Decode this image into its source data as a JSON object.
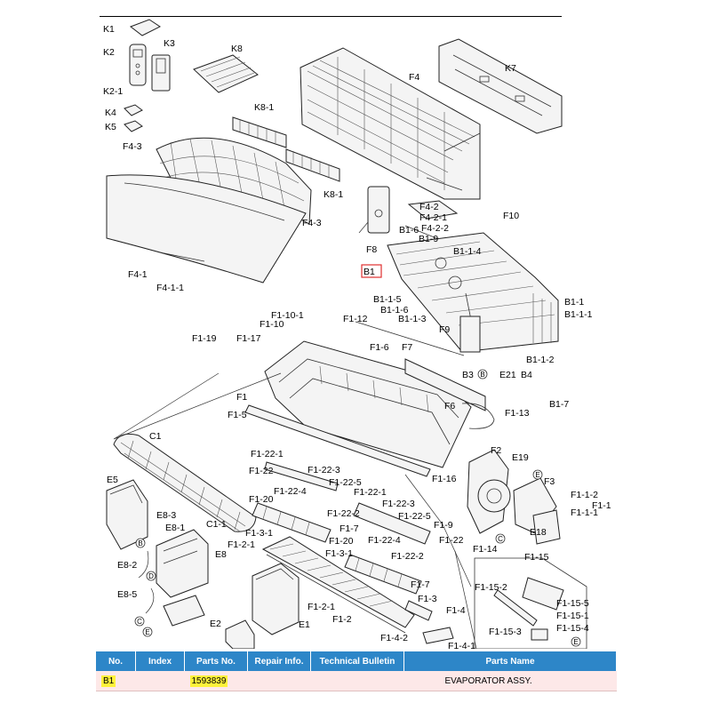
{
  "labels": [
    "K1",
    "K2",
    "K3",
    "K2-1",
    "K8",
    "K4",
    "K5",
    "K8-1",
    "F4",
    "K7",
    "F4-3",
    "K8-1",
    "F4-3",
    "F4-2",
    "F4-2-1",
    "F4-2-2",
    "F8",
    "F10",
    "B1-6",
    "B1-9",
    "B1-1-4",
    "B1",
    "F4-1",
    "F4-1-1",
    "B1-1-5",
    "B1-1-6",
    "B1-1-3",
    "B1-1",
    "B1-1-1",
    "F1-10-1",
    "F1-12",
    "F9",
    "F1-19",
    "F1-17",
    "F1-10",
    "F1-6",
    "F7",
    "B1-1-2",
    "B3",
    "E21",
    "B4",
    "B1-7",
    "F1",
    "F1-5",
    "F6",
    "F1-13",
    "C1",
    "F2",
    "E19",
    "F1-22-1",
    "F1-22",
    "F1-22-3",
    "F1-22-5",
    "F1-16",
    "F3",
    "E5",
    "F1-22-4",
    "F1-20",
    "F1-22-1",
    "F1-1-2",
    "F1-1",
    "F1-1-1",
    "E8-3",
    "E8-1",
    "C1-1",
    "F1-22-2",
    "F1-22-3",
    "F1-22-5",
    "F1-9",
    "E18",
    "F1-3-1",
    "F1-2-1",
    "F1-7",
    "F1-22",
    "F1-20",
    "F1-22-4",
    "F1-14",
    "E8-2",
    "E8",
    "F1-3-1",
    "F1-22-2",
    "F1-15",
    "F1-7",
    "F1-15-2",
    "F1-15-5",
    "E8-5",
    "F1-2-1",
    "F1-3",
    "F1-15-1",
    "F1-4",
    "F1-2",
    "F1-15-3",
    "F1-15-4",
    "E2",
    "E1",
    "F1-4-2",
    "F1-4-1"
  ],
  "markers": [
    "B",
    "D",
    "C",
    "E",
    "B",
    "E",
    "C",
    "E"
  ],
  "table": {
    "headers": [
      "No.",
      "Index",
      "Parts No.",
      "Repair Info.",
      "Technical Bulletin",
      "Parts Name"
    ],
    "row": {
      "no": "B1",
      "index": "",
      "parts_no": "1593839",
      "repair_info": "",
      "technical_bulletin": "",
      "parts_name": "EVAPORATOR ASSY."
    }
  }
}
